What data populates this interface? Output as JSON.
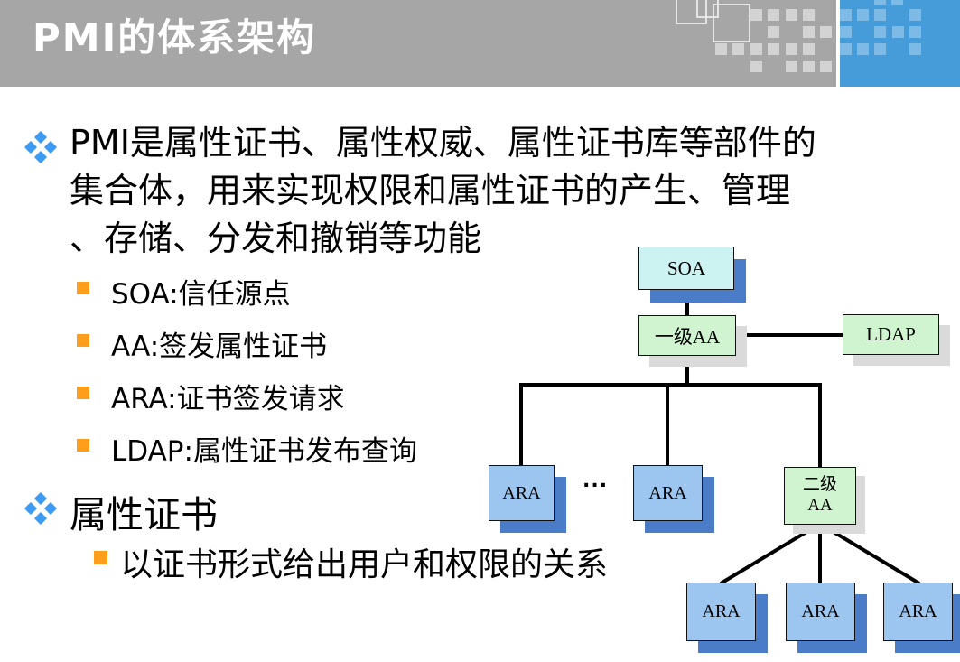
{
  "title": "PMI的体系架构",
  "content": {
    "bullet1": {
      "lines": [
        "PMI是属性证书、属性权威、属性证书库等部件的",
        "集合体，用来实现权限和属性证书的产生、管理",
        "、存储、分发和撤销等功能"
      ]
    },
    "sub_bullets": [
      {
        "label": "SOA:信任源点"
      },
      {
        "label": "AA:签发属性证书"
      },
      {
        "label": "ARA:证书签发请求"
      },
      {
        "label": "LDAP:属性证书发布查询"
      }
    ],
    "bullet2": {
      "label": "属性证书"
    },
    "bullet2_sub": {
      "label": "以证书形式给出用户和权限的关系"
    }
  },
  "diagram": {
    "soa": {
      "label": "SOA"
    },
    "level1_aa": {
      "label": "一级AA"
    },
    "ldap": {
      "label": "LDAP"
    },
    "ara_left": {
      "label": "ARA"
    },
    "ellipsis": "...",
    "ara_mid": {
      "label": "ARA"
    },
    "level2_aa": {
      "line1": "二级",
      "line2": "AA"
    },
    "ara_bottom": [
      {
        "label": "ARA"
      },
      {
        "label": "ARA"
      },
      {
        "label": "ARA"
      }
    ]
  },
  "colors": {
    "header_gray": "#A6A6A6",
    "corner_blue": "#459CD9",
    "diamond_bullet_blue": "#3E9BF4",
    "square_bullet_orange": "#FF9E1B",
    "node_cyan": "#CCF2F2",
    "node_green": "#CFF4CF",
    "node_blue": "#9CC6F0",
    "shadow_blue": "#4A7CC7",
    "shadow_gray": "#DADADA"
  }
}
